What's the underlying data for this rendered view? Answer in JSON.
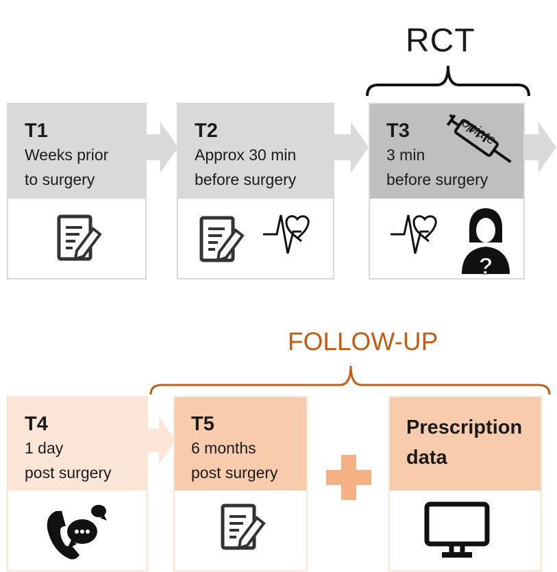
{
  "rct_label": "RCT",
  "followup_label": "FOLLOW-UP",
  "colors": {
    "grey_light": "#d9d9d9",
    "grey_dark": "#bfbfbf",
    "peach_light": "#fbe5d6",
    "peach": "#f8cbad",
    "orange": "#f4b183",
    "orange_text": "#c55a11"
  },
  "steps": [
    {
      "id": "T1",
      "lines": [
        "Weeks prior",
        "to surgery"
      ],
      "icons": [
        "questionnaire-icon"
      ]
    },
    {
      "id": "T2",
      "lines": [
        "Approx 30 min",
        "before surgery"
      ],
      "icons": [
        "questionnaire-icon",
        "heart-rate-icon"
      ]
    },
    {
      "id": "T3",
      "lines": [
        "3 min",
        "before surgery"
      ],
      "badge": "opiate",
      "icons": [
        "heart-rate-icon",
        "doctor-question-icon"
      ]
    },
    {
      "id": "T4",
      "lines": [
        "1 day",
        "post surgery"
      ],
      "icons": [
        "phone-chat-icon"
      ]
    },
    {
      "id": "T5",
      "lines": [
        "6 months",
        "post surgery"
      ],
      "icons": [
        "questionnaire-icon"
      ]
    },
    {
      "id": "",
      "lines": [
        "Prescription",
        "data"
      ],
      "icons": [
        "computer-monitor-icon"
      ]
    }
  ]
}
